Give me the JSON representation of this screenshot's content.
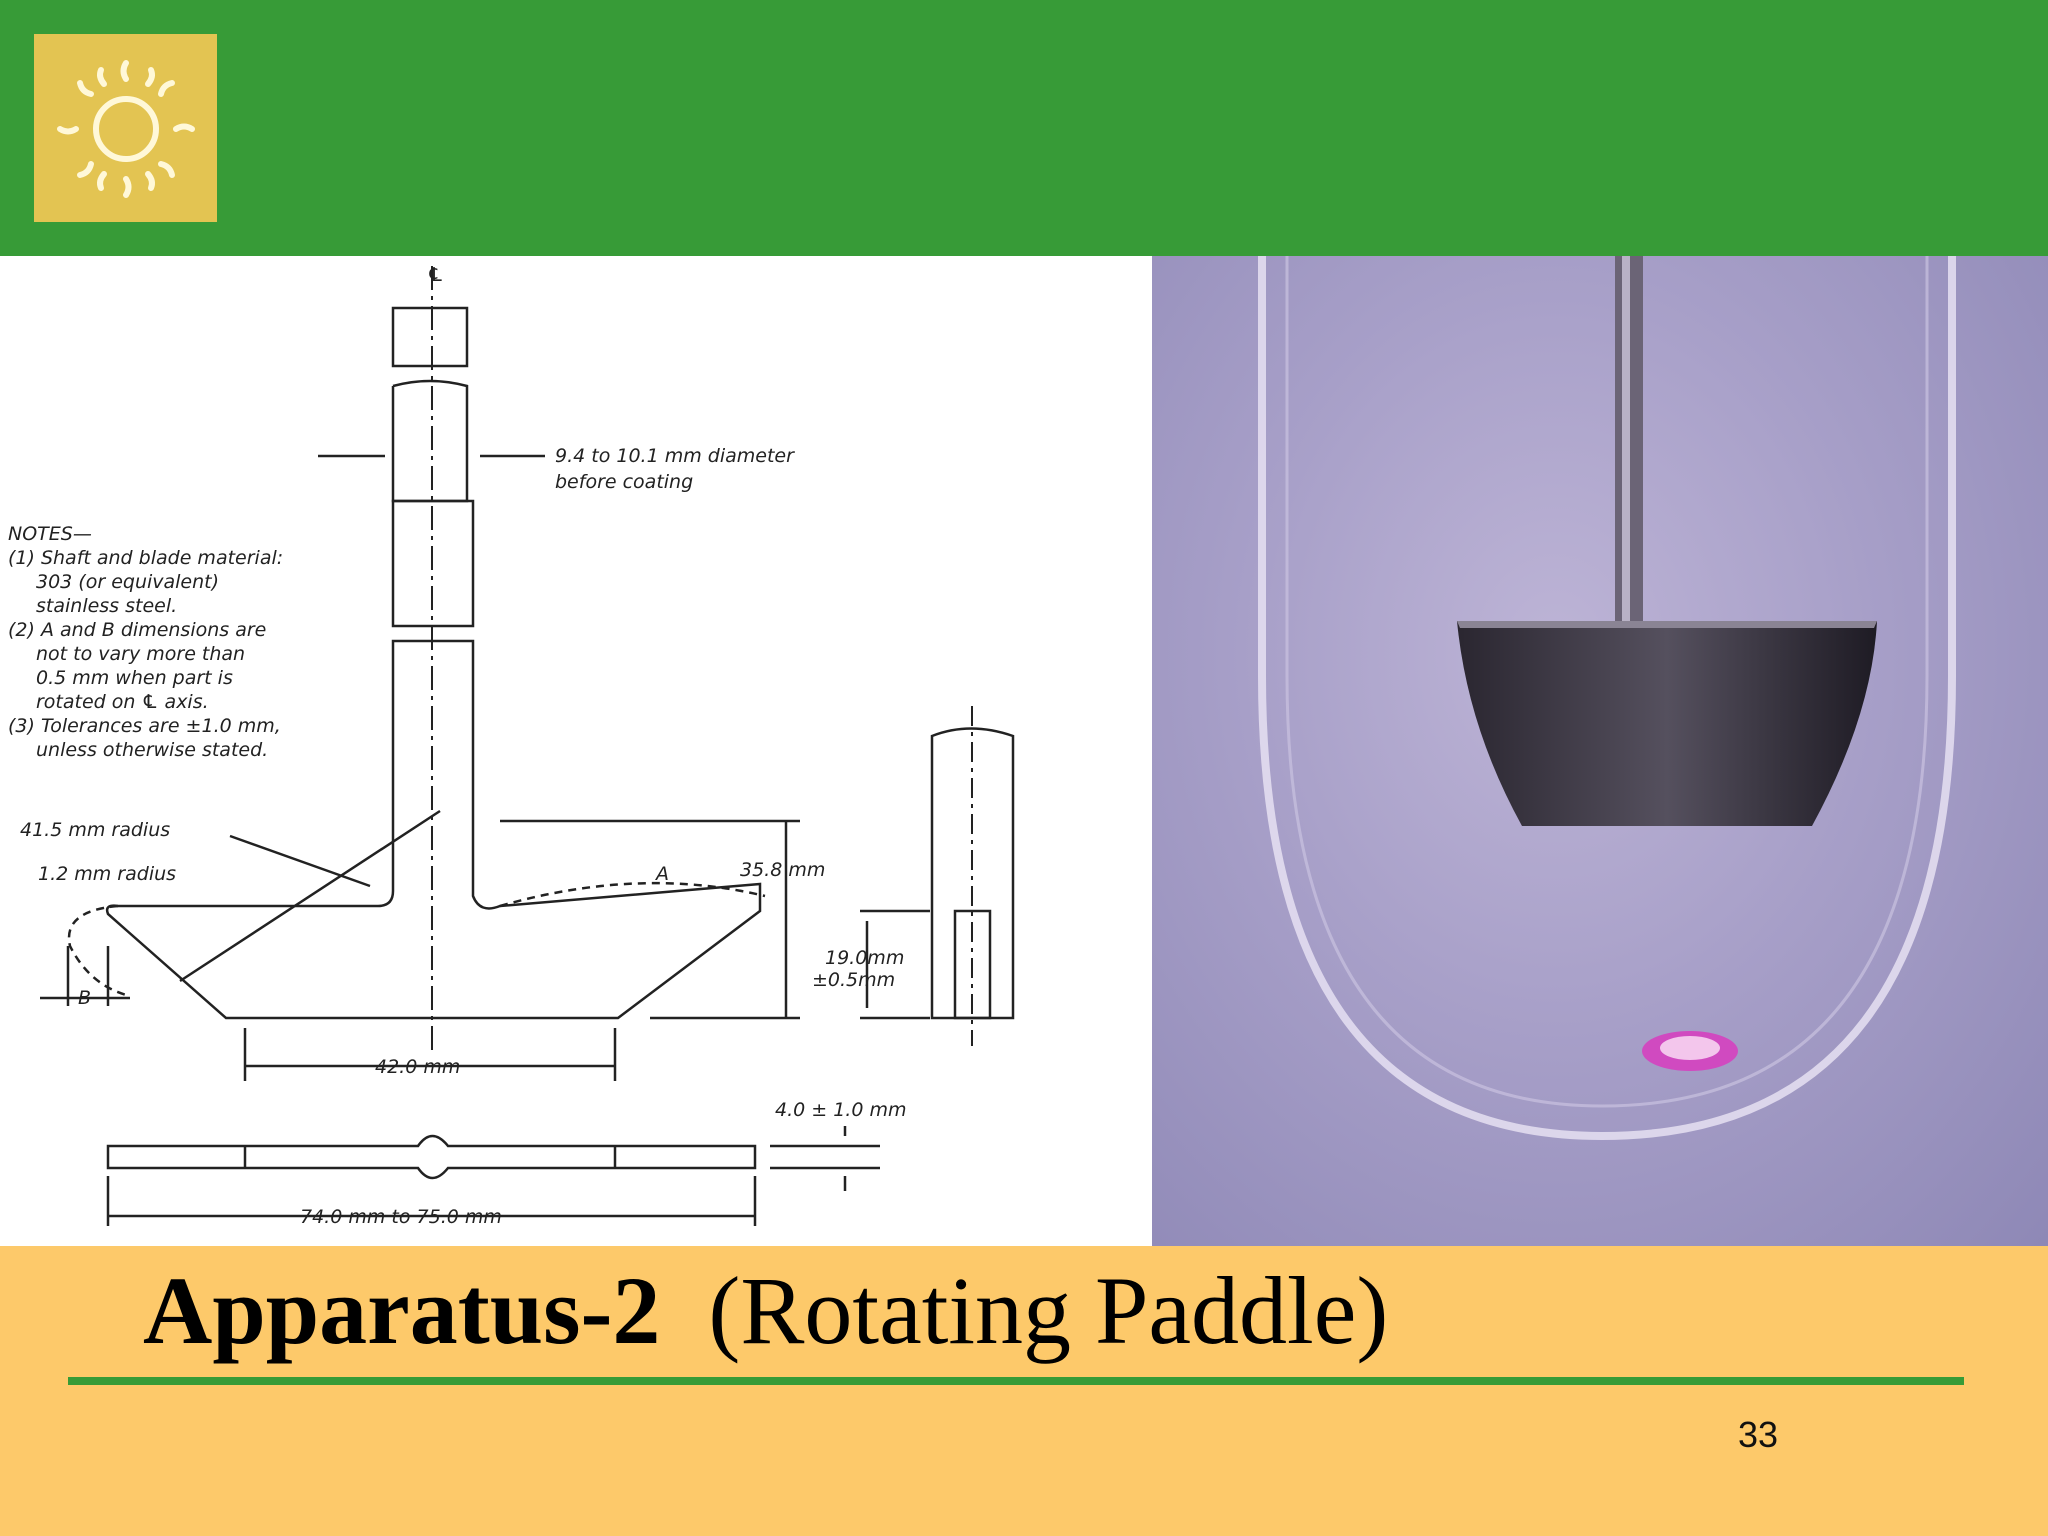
{
  "slide": {
    "title_bold": "Apparatus-2",
    "title_rest": "(Rotating Paddle)",
    "page_number": "33"
  },
  "diagram": {
    "centerline_mark": "℄",
    "shaft_dimension": [
      "9.4 to 10.1 mm diameter",
      "before coating"
    ],
    "notes": [
      "NOTES—",
      "(1) Shaft and blade material:",
      "303 (or equivalent)",
      "stainless steel.",
      "(2) A and B dimensions are",
      "not to vary more than",
      "0.5 mm when part is",
      "rotated on ℄ axis.",
      "(3) Tolerances are ±1.0 mm,",
      "unless otherwise stated."
    ],
    "radius_large": "41.5 mm radius",
    "radius_small": "1.2 mm radius",
    "label_a": "A",
    "label_b": "B",
    "height": "35.8 mm",
    "blade_height": [
      "19.0mm",
      "±0.5mm"
    ],
    "blade_width": "42.0 mm",
    "thickness": "4.0 ± 1.0 mm",
    "total_width": "74.0 mm to 75.0 mm"
  },
  "colors": {
    "header_green": "#379b37",
    "background_orange": "#fdc96a",
    "logo_yellow": "#e3c452"
  },
  "icons": {
    "logo": "sun-icon"
  }
}
